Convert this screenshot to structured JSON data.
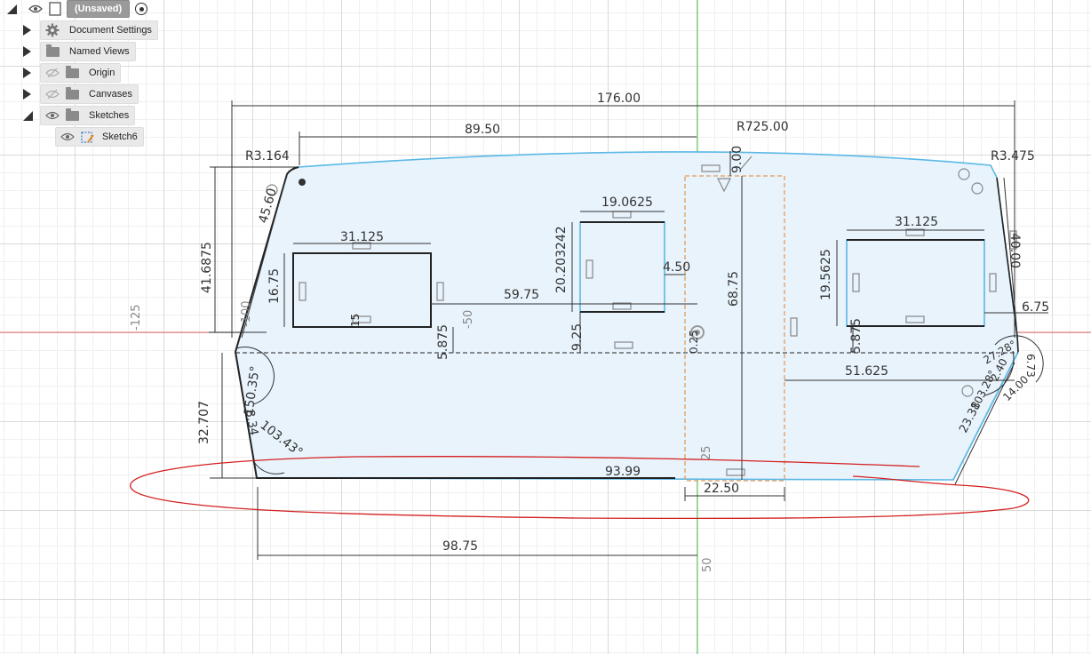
{
  "browser": {
    "root": {
      "label": "(Unsaved)"
    },
    "items": [
      {
        "label": "Document Settings"
      },
      {
        "label": "Named Views"
      },
      {
        "label": "Origin"
      },
      {
        "label": "Canvases"
      },
      {
        "label": "Sketches"
      },
      {
        "label": "Sketch6"
      }
    ]
  },
  "axis_labels": {
    "left": "-125",
    "bottom": "50",
    "left_minor": "-100",
    "mid_minor": "-50",
    "center_minor": "25"
  },
  "dimensions": {
    "overall_width": "176.00",
    "top_left_width": "89.50",
    "arc_radius": "R725.00",
    "corner_radius_left": "R3.164",
    "corner_radius_right": "R3.475",
    "left_height": "41.6875",
    "left_slant": "45.60",
    "rect_left_width": "31.125",
    "rect_left_height": "16.75",
    "rect_left_small": "15",
    "rect_mid_width": "19.0625",
    "rect_mid_height": "20.203242",
    "rect_mid_gap": "4.50",
    "span_59": "59.75",
    "vert_68": "68.75",
    "top_9": "9.00",
    "rect_right_width": "31.125",
    "rect_right_height": "19.5625",
    "right_vertical": "40.00",
    "right_offset": "6.75",
    "left_5875": "5.875",
    "mid_925": "9.25",
    "right_5875": "5.875",
    "center_small": "0.25",
    "span_51": "51.625",
    "angle_left_upper": "150.35°",
    "angle_left_lower": "103.43°",
    "left_lower_height": "32.707",
    "left_lower_slant": "8.34",
    "right_lower_slant": "23.38",
    "right_cluster_1": "103.28°",
    "right_cluster_2": "27.28°",
    "right_cluster_3": "6.73",
    "right_cluster_4": "14.00",
    "right_cluster_5": "2.40",
    "bottom_span": "93.99",
    "bottom_width": "98.75",
    "slot_width": "22.50"
  },
  "colors": {
    "profile_fill": "#e8f3fb",
    "profile_stroke": "#5bb8e6",
    "sketch_line": "#222222",
    "construction": "#e39b5c",
    "annotation": "#d42020",
    "x_axis": "#e26b6b",
    "y_axis": "#4ec24e"
  }
}
